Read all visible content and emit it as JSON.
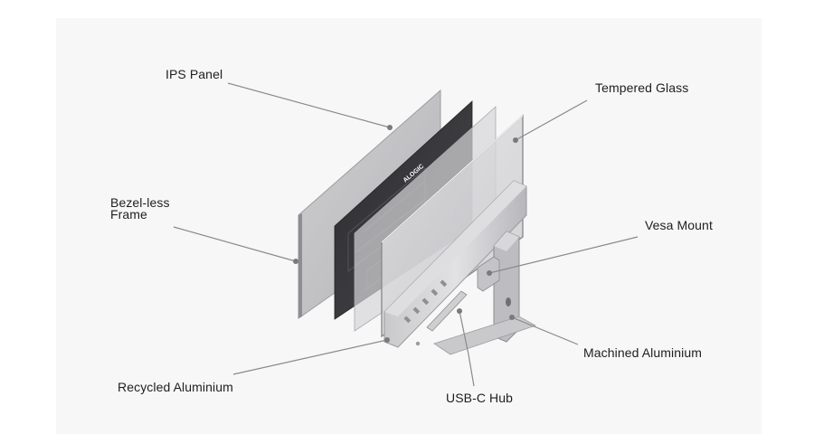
{
  "labels": {
    "ips_panel": "IPS Panel",
    "tempered_glass": "Tempered Glass",
    "bezel_frame_line1": "Bezel-less",
    "bezel_frame_line2": "Frame",
    "vesa_mount": "Vesa Mount",
    "machined_aluminium": "Machined Aluminium",
    "recycled_aluminium": "Recycled Aluminium",
    "usbc_hub": "USB-C Hub"
  },
  "screen_logo": "ALOGIC"
}
